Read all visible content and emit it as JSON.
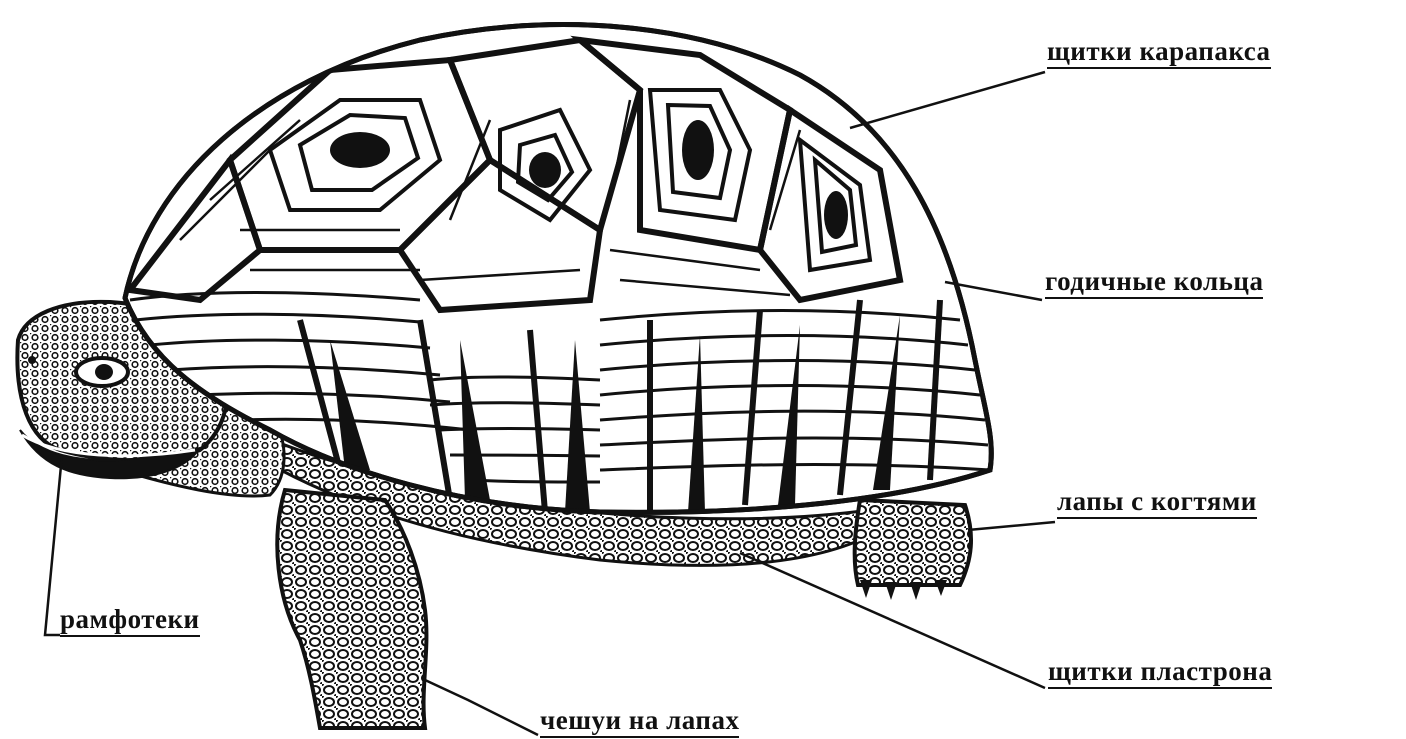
{
  "labels": {
    "carapace_scutes": "щитки карапакса",
    "growth_rings": "годичные кольца",
    "clawed_feet": "лапы с когтями",
    "rhamphotheca": "рамфотеки",
    "plastron_scutes": "щитки пластрона",
    "leg_scales": "чешуи на лапах"
  },
  "colors": {
    "ink": "#111111",
    "background": "#ffffff"
  }
}
